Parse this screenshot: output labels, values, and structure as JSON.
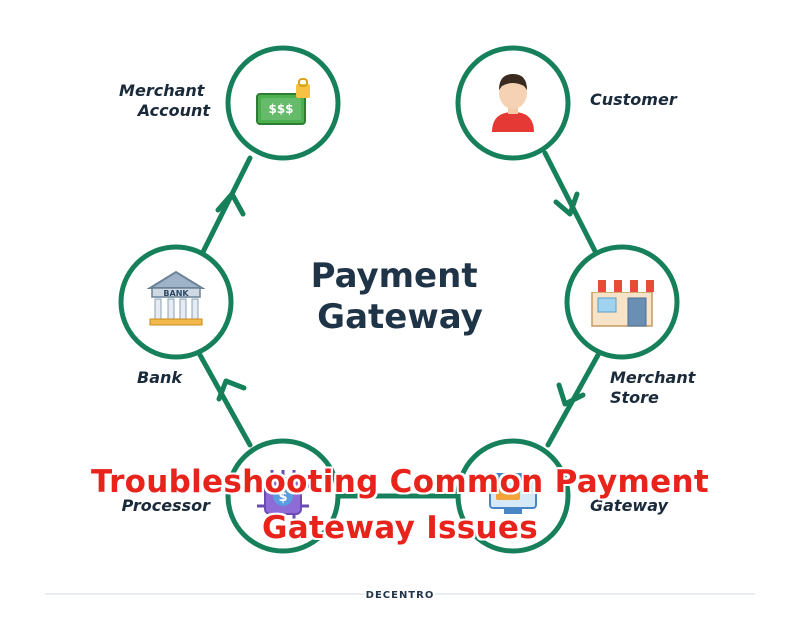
{
  "diagram": {
    "center_title_line1": "Payment",
    "center_title_line2": "Gateway",
    "nodes": [
      {
        "label_lines": [
          "Merchant",
          "Account"
        ],
        "icon": "money-icon"
      },
      {
        "label_lines": [
          "Customer"
        ],
        "icon": "customer-icon"
      },
      {
        "label_lines": [
          "Bank"
        ],
        "icon": "bank-icon"
      },
      {
        "label_lines": [
          "Merchant",
          "Store"
        ],
        "icon": "store-icon"
      },
      {
        "label_lines": [
          "Processor"
        ],
        "icon": "processor-icon"
      },
      {
        "label_lines": [
          "Gateway"
        ],
        "icon": "gateway-icon"
      }
    ],
    "bank_sign": "BANK",
    "money_sign": "$$$",
    "processor_sign": "$",
    "accent_color": "#15805a",
    "brand": "DECENTRO"
  },
  "overlay": {
    "title_line1": "Troubleshooting Common Payment",
    "title_line2": "Gateway Issues",
    "color": "#e8231c"
  }
}
